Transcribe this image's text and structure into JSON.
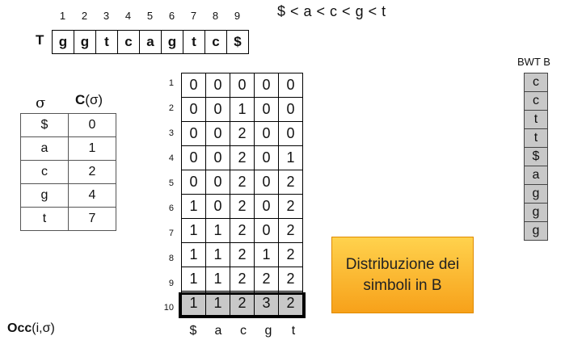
{
  "text": {
    "label": "T",
    "indices": [
      "1",
      "2",
      "3",
      "4",
      "5",
      "6",
      "7",
      "8",
      "9"
    ],
    "chars": [
      "g",
      "g",
      "t",
      "c",
      "a",
      "g",
      "t",
      "c",
      "$"
    ]
  },
  "order": "$ < a < c < g < t",
  "c_table": {
    "head_sym": "σ",
    "head_c_bold": "C",
    "head_c_rest": "(σ)",
    "rows": [
      [
        "$",
        "0"
      ],
      [
        "a",
        "1"
      ],
      [
        "c",
        "2"
      ],
      [
        "g",
        "4"
      ],
      [
        "t",
        "7"
      ]
    ]
  },
  "occ": {
    "label_bold": "Occ",
    "label_rest": "(i,σ)",
    "row_numbers": [
      "1",
      "2",
      "3",
      "4",
      "5",
      "6",
      "7",
      "8",
      "9",
      "10"
    ],
    "columns": [
      "$",
      "a",
      "c",
      "g",
      "t"
    ],
    "rows": [
      [
        "0",
        "0",
        "0",
        "0",
        "0"
      ],
      [
        "0",
        "0",
        "1",
        "0",
        "0"
      ],
      [
        "0",
        "0",
        "2",
        "0",
        "0"
      ],
      [
        "0",
        "0",
        "2",
        "0",
        "1"
      ],
      [
        "0",
        "0",
        "2",
        "0",
        "2"
      ],
      [
        "1",
        "0",
        "2",
        "0",
        "2"
      ],
      [
        "1",
        "1",
        "2",
        "0",
        "2"
      ],
      [
        "1",
        "1",
        "2",
        "1",
        "2"
      ],
      [
        "1",
        "1",
        "2",
        "2",
        "2"
      ],
      [
        "1",
        "1",
        "2",
        "3",
        "2"
      ]
    ]
  },
  "callout": "Distribuzione dei simboli in B",
  "bwt": {
    "title": "BWT B",
    "chars": [
      "c",
      "c",
      "t",
      "t",
      "$",
      "a",
      "g",
      "g",
      "g"
    ]
  },
  "colors": {
    "highlight_gray": "#c8c8c8",
    "callout_top": "#ffd24d",
    "callout_bottom": "#f7a11a"
  }
}
